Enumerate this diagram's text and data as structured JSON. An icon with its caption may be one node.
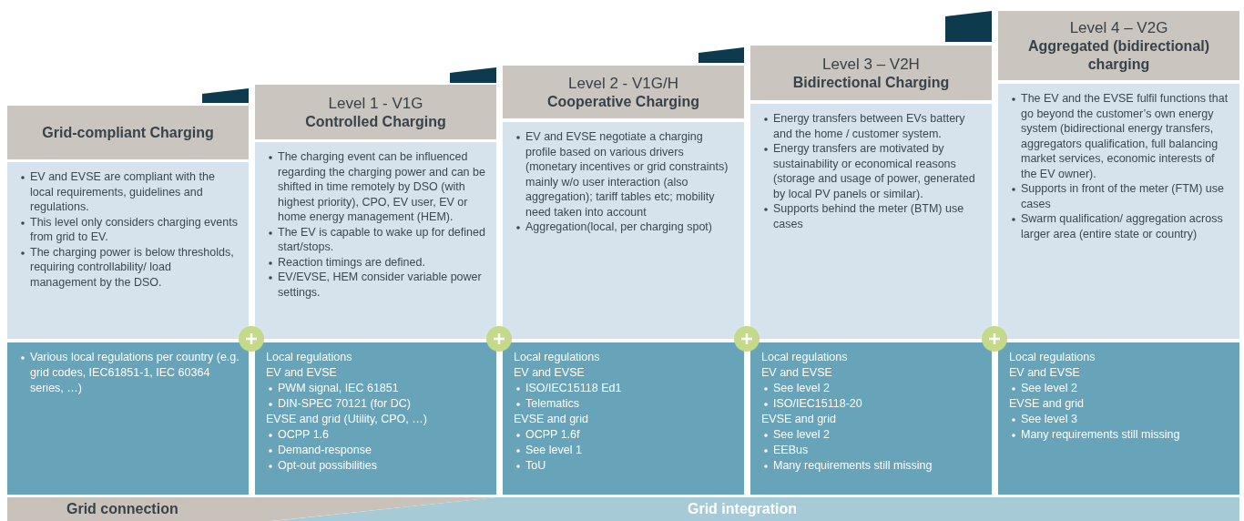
{
  "diagram": {
    "nodes": [
      {
        "text": [
          "Grid-compliant Charging"
        ]
      },
      {
        "text": [
          "EV and EVSE are compliant with the local requirements, guidelines and regulations.",
          "This level only considers charging events from grid to EV.",
          "The charging power is below thresholds, requiring controllability/ load management by the DSO."
        ]
      },
      {
        "text": [
          "Various local regulations per country (e.g. grid codes, IEC61851-1, IEC 60364 series, …)"
        ]
      },
      {
        "text": [
          "Level 1 - V1G",
          "Controlled Charging"
        ]
      },
      {
        "text": [
          "The charging event can be influenced regarding the charging power and can be shifted in time remotely by DSO (with highest priority), CPO, EV user, EV or home energy management (HEM).",
          "The EV is capable to wake up for defined start/stops.",
          "Reaction timings are defined.",
          "EV/EVSE, HEM consider variable power settings."
        ]
      },
      {
        "text": [
          "Local regulations",
          "EV and EVSE",
          "PWM signal, IEC 61851",
          "DIN-SPEC 70121 (for DC)",
          "EVSE and grid (Utility, CPO, …)",
          "OCPP 1.6",
          "Demand-response",
          "Opt-out possibilities"
        ]
      },
      {
        "text": [
          "Level 2 - V1G/H",
          "Cooperative Charging"
        ]
      },
      {
        "text": [
          "EV and EVSE negotiate a charging profile based on various drivers (monetary incentives or grid constraints) mainly w/o user interaction (also aggregation); tariff tables etc; mobility need taken into account",
          "Aggregation(local, per charging spot)"
        ]
      },
      {
        "text": [
          "Local regulations",
          "EV and EVSE",
          "ISO/IEC15118 Ed1",
          "Telematics",
          "EVSE and grid",
          "OCPP 1.6f",
          "See level 1",
          "ToU"
        ]
      },
      {
        "text": [
          "Level 3 – V2H",
          "Bidirectional Charging"
        ]
      },
      {
        "text": [
          "Energy transfers between EVs battery and the home / customer system.",
          "Energy transfers are motivated by sustainability or economical reasons (storage and usage of power, generated by local PV panels or similar).",
          "Supports behind the meter (BTM) use cases"
        ]
      },
      {
        "text": [
          "Local regulations",
          "EV and EVSE",
          "See level 2",
          "ISO/IEC15118-20",
          "EVSE and grid",
          "See level 2",
          "EEBus",
          "Many requirements still missing"
        ]
      },
      {
        "text": [
          "Level 4 – V2G",
          "Aggregated (bidirectional) charging"
        ]
      },
      {
        "text": [
          "The EV and the EVSE fulfil functions that go beyond the customer’s own energy system (bidirectional energy transfers, aggregators qualification, full balancing market services, economic interests of the EV owner).",
          "Supports in front of the meter (FTM) use cases",
          "Swarm qualification/ aggregation across larger area (entire state or country)"
        ]
      },
      {
        "text": [
          "Local regulations",
          "EV and EVSE",
          "See level 2",
          "EVSE and grid",
          "See level 3",
          "Many requirements still missing"
        ]
      },
      {
        "text": [
          "Grid connection"
        ]
      },
      {
        "text": [
          "Grid integration"
        ]
      }
    ]
  }
}
